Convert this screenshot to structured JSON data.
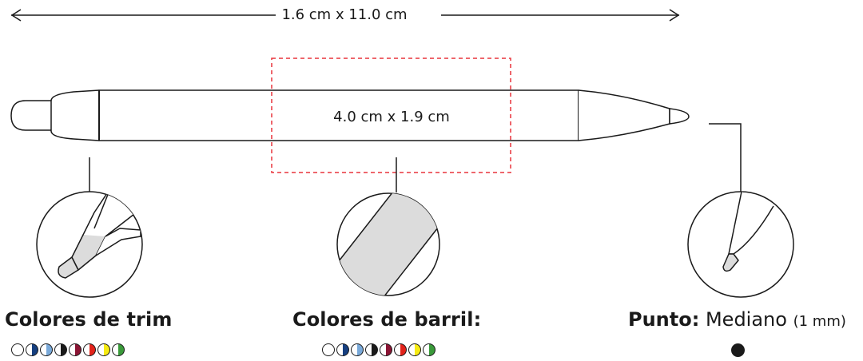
{
  "dimensions": {
    "overall": "1.6 cm x 11.0 cm",
    "imprint_area": "4.0 cm x 1.9 cm"
  },
  "sections": {
    "trim": {
      "title": "Colores de trim",
      "swatches": [
        {
          "name": "white",
          "color": "#ffffff"
        },
        {
          "name": "navy",
          "color": "#163f7f"
        },
        {
          "name": "light-blue",
          "color": "#79a9d9"
        },
        {
          "name": "black",
          "color": "#1a1a1a"
        },
        {
          "name": "burgundy",
          "color": "#8a1534"
        },
        {
          "name": "red",
          "color": "#e2231a"
        },
        {
          "name": "yellow",
          "color": "#f6eb14"
        },
        {
          "name": "green",
          "color": "#3a9a3a"
        }
      ]
    },
    "barrel": {
      "title": "Colores de barril:",
      "swatches": [
        {
          "name": "white",
          "color": "#ffffff"
        },
        {
          "name": "navy",
          "color": "#163f7f"
        },
        {
          "name": "light-blue",
          "color": "#79a9d9"
        },
        {
          "name": "black",
          "color": "#1a1a1a"
        },
        {
          "name": "burgundy",
          "color": "#8a1534"
        },
        {
          "name": "red",
          "color": "#e2231a"
        },
        {
          "name": "yellow",
          "color": "#f6eb14"
        },
        {
          "name": "green",
          "color": "#3a9a3a"
        }
      ]
    },
    "point": {
      "label": "Punto:",
      "value": "Mediano",
      "size": "(1 mm)",
      "ink_color": "#1a1a1a"
    }
  },
  "colors": {
    "line": "#1a1a1a",
    "imprint_outline": "#e8333c",
    "detail_fill": "#dcdcdc"
  }
}
